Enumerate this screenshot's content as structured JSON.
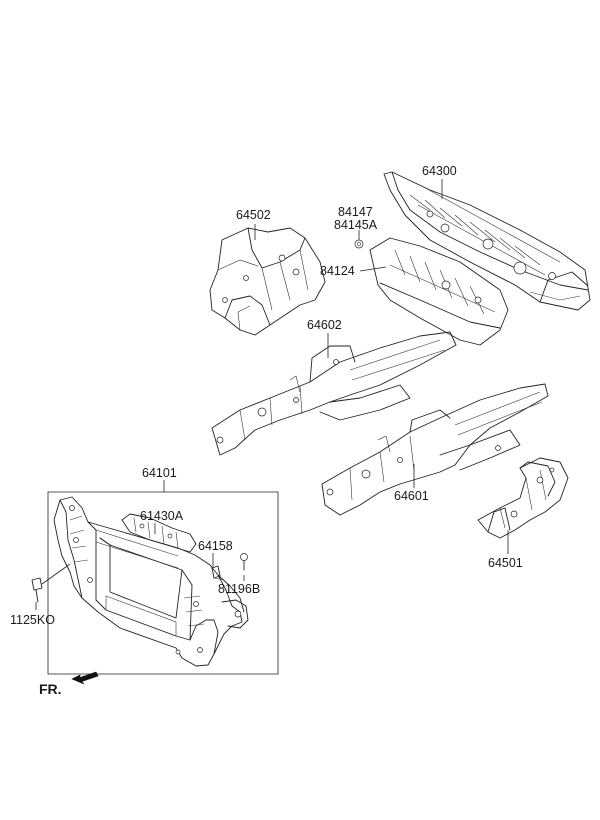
{
  "labels": {
    "p64300": "64300",
    "p84147": "84147",
    "p84145A": "84145A",
    "p84124": "84124",
    "p64502": "64502",
    "p64602": "64602",
    "p64601": "64601",
    "p64501": "64501",
    "p64101": "64101",
    "p61430A": "61430A",
    "p64158": "64158",
    "p81196B": "81196B",
    "p1125KO": "1125KO"
  },
  "direction": {
    "label": "FR."
  }
}
